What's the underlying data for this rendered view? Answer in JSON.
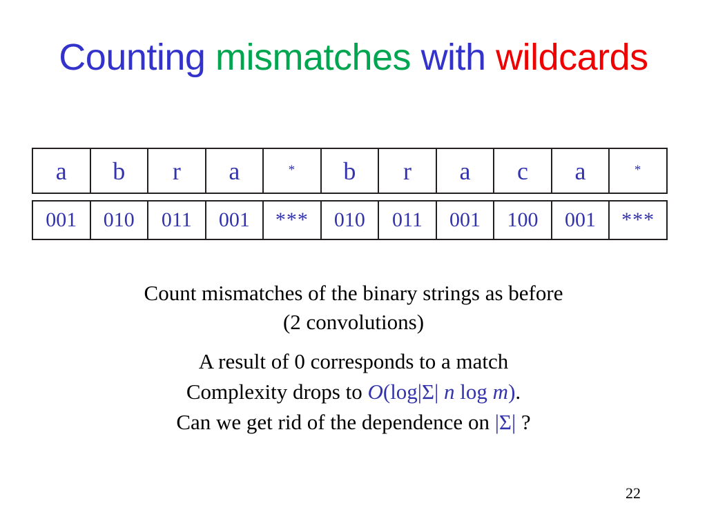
{
  "title": {
    "segments": [
      {
        "text": "Counting",
        "color": "#3333cc"
      },
      {
        "text": "mismatches",
        "color": "#00a550"
      },
      {
        "text": "with",
        "color": "#3333cc"
      },
      {
        "text": "wildcards",
        "color": "#ee0000"
      }
    ],
    "word1": "Counting",
    "word2": "mismatches",
    "word3": "with",
    "word4": "wildcards"
  },
  "colors": {
    "title_blue": "#3333cc",
    "title_green": "#00a550",
    "title_red": "#ee0000",
    "cell_text_blue": "#3333ad",
    "cell_border": "#231f20",
    "body_text": "#000000"
  },
  "letters_row": {
    "label": "pattern-letters",
    "cells": [
      "a",
      "b",
      "r",
      "a",
      "*",
      "b",
      "r",
      "a",
      "c",
      "a",
      "*"
    ]
  },
  "bits_row": {
    "label": "pattern-binary-encoding",
    "cells": [
      "001",
      "010",
      "011",
      "001",
      "***",
      "010",
      "011",
      "001",
      "100",
      "001",
      "***"
    ]
  },
  "body": {
    "line1": "Count mismatches of the binary strings as before",
    "line2": "(2 convolutions)",
    "line3": "A result of 0 corresponds to a match",
    "line4_prefix": "Complexity drops to ",
    "line4_formula_O": "O",
    "line4_formula_open": "(log|",
    "line4_formula_sigma": "Σ",
    "line4_formula_mid": "| ",
    "line4_formula_n": "n",
    "line4_formula_log": " log ",
    "line4_formula_m": "m",
    "line4_formula_close": ")",
    "line4_suffix": ".",
    "line5_prefix": "Can we get rid of the dependence on ",
    "line5_sigma": "|Σ|",
    "line5_suffix": " ?"
  },
  "footer": {
    "page_number": "22"
  }
}
